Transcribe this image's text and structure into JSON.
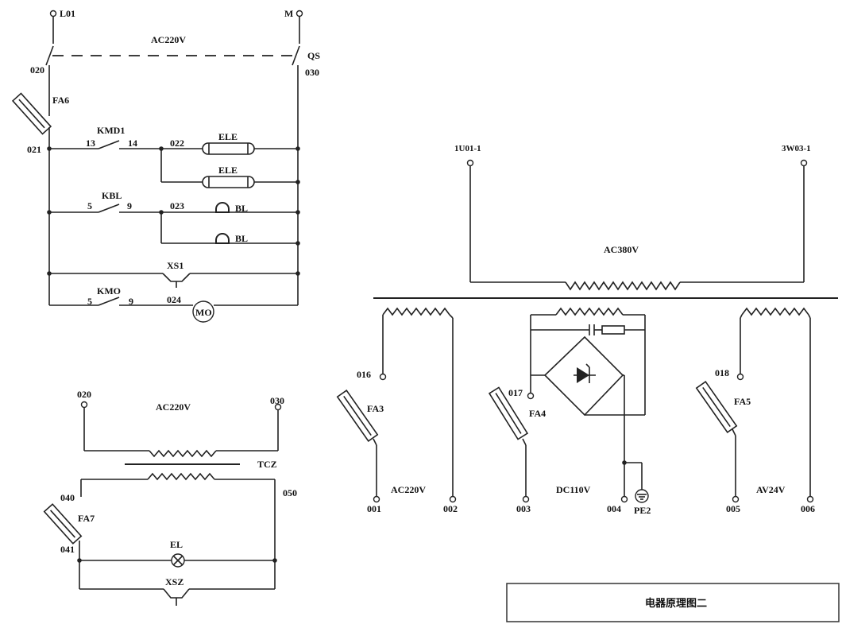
{
  "power_circuit": {
    "l01": "L01",
    "m": "M",
    "ac220v": "AC220V",
    "qs": "QS",
    "n020": "020",
    "n030": "030",
    "fa6": "FA6",
    "n021": "021",
    "kmd1": "KMD1",
    "t13": "13",
    "t14": "14",
    "n022": "022",
    "ele1": "ELE",
    "ele2": "ELE",
    "kbl": "KBL",
    "t5a": "5",
    "t9a": "9",
    "n023": "023",
    "bl1": "BL",
    "bl2": "BL",
    "xs1": "XS1",
    "kmo": "KMO",
    "t5b": "5",
    "t9b": "9",
    "n024": "024",
    "mo": "MO"
  },
  "light_circuit": {
    "n020": "020",
    "n030": "030",
    "ac220v": "AC220V",
    "tcz": "TCZ",
    "n040": "040",
    "n050": "050",
    "fa7": "FA7",
    "n041": "041",
    "el": "EL",
    "xsz": "XSZ"
  },
  "transformer_circuit": {
    "in1": "1U01-1",
    "in2": "3W03-1",
    "ac380v": "AC380V",
    "n016": "016",
    "fa3": "FA3",
    "n001": "001",
    "ac220v": "AC220V",
    "n002": "002",
    "n017": "017",
    "fa4": "FA4",
    "n003": "003",
    "dc110v": "DC110V",
    "n004": "004",
    "pe2": "PE2",
    "n018": "018",
    "fa5": "FA5",
    "n005": "005",
    "av24v": "AV24V",
    "n006": "006"
  },
  "title_block": {
    "title": "电器原理图二"
  }
}
